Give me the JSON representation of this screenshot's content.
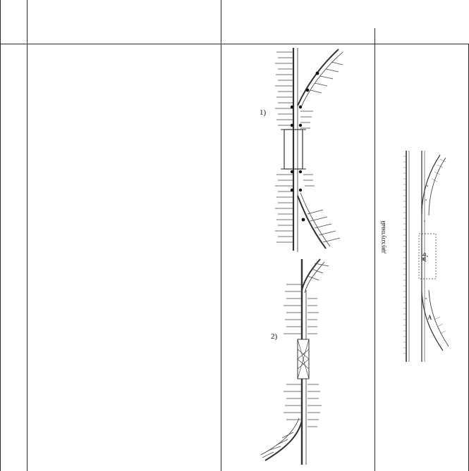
{
  "table": {
    "row_number": "",
    "description": "",
    "header_group": "",
    "header_sub": ""
  },
  "figure_left": {
    "variant_1_label": "1)",
    "variant_2_label": "2)"
  },
  "figure_right": {
    "road_label": "двухпутный",
    "bridge_label": "ЖБ",
    "marker_label": "А"
  }
}
